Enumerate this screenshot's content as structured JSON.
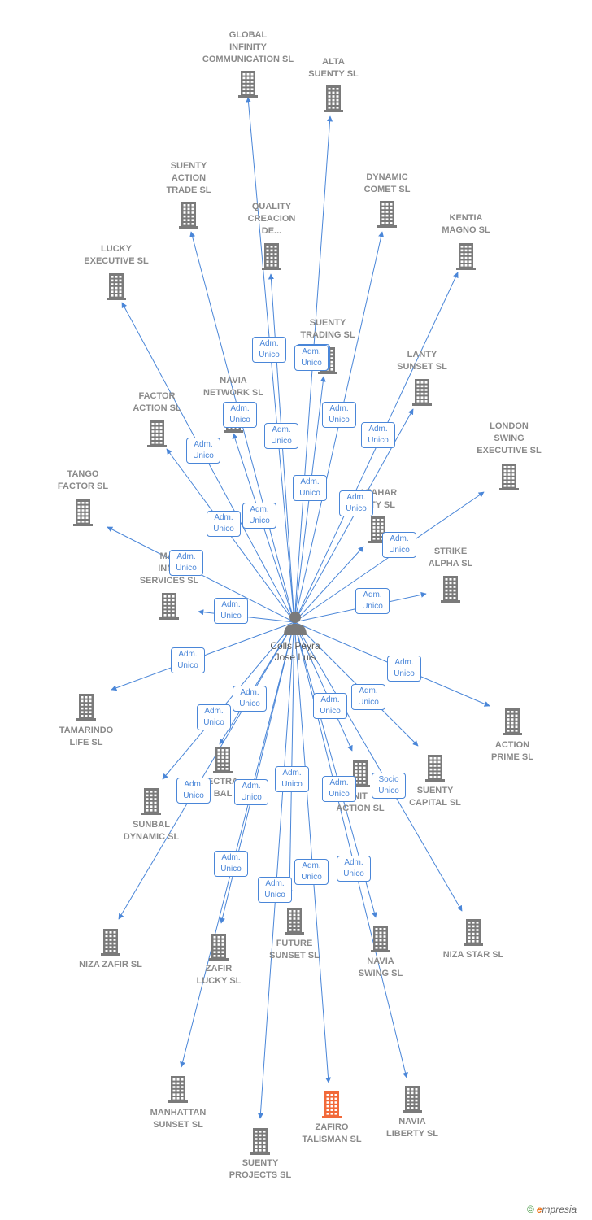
{
  "accent": "#4a86d8",
  "node_color": "#7a7a7a",
  "highlight_color": "#f26a3a",
  "person": {
    "lines": [
      "Colls Peyra",
      "Jose Luis"
    ],
    "icon": "person-icon"
  },
  "companies": [
    {
      "key": "global-infinity",
      "lines": [
        "GLOBAL",
        "INFINITY",
        "COMMUNICATION SL"
      ]
    },
    {
      "key": "alta-suenty",
      "lines": [
        "ALTA",
        "SUENTY SL"
      ]
    },
    {
      "key": "suenty-action-trade",
      "lines": [
        "SUENTY",
        "ACTION",
        "TRADE SL"
      ]
    },
    {
      "key": "dynamic-comet",
      "lines": [
        "DYNAMIC",
        "COMET SL"
      ]
    },
    {
      "key": "quality-creacion",
      "lines": [
        "QUALITY",
        "CREACION",
        "DE..."
      ]
    },
    {
      "key": "kentia-magno",
      "lines": [
        "KENTIA",
        "MAGNO SL"
      ]
    },
    {
      "key": "lucky-executive",
      "lines": [
        "LUCKY",
        "EXECUTIVE SL"
      ]
    },
    {
      "key": "suenty-trading",
      "lines": [
        "SUENTY",
        "TRADING SL"
      ]
    },
    {
      "key": "lanty-sunset",
      "lines": [
        "LANTY",
        "SUNSET SL"
      ]
    },
    {
      "key": "navia-network",
      "lines": [
        "NAVIA",
        "NETWORK SL"
      ]
    },
    {
      "key": "factor-action",
      "lines": [
        "FACTOR",
        "ACTION SL"
      ]
    },
    {
      "key": "london-swing",
      "lines": [
        "LONDON",
        "SWING",
        "EXECUTIVE SL"
      ]
    },
    {
      "key": "tango-factor",
      "lines": [
        "TANGO",
        "FACTOR SL"
      ]
    },
    {
      "key": "azahar-city",
      "lines": [
        "AZAHAR",
        "CITY SL"
      ]
    },
    {
      "key": "strike-alpha",
      "lines": [
        "STRIKE",
        "ALPHA SL"
      ]
    },
    {
      "key": "mat-inno-services",
      "lines": [
        "MAT",
        "INNO",
        "SERVICES SL"
      ]
    },
    {
      "key": "tamarindo-life",
      "lines": [
        "TAMARINDO",
        "LIFE SL"
      ]
    },
    {
      "key": "action-prime",
      "lines": [
        "ACTION",
        "PRIME SL"
      ]
    },
    {
      "key": "electra-global",
      "lines": [
        "ECTRA",
        "BAL"
      ]
    },
    {
      "key": "infinity-action",
      "lines": [
        "NIT",
        "ACTION SL"
      ]
    },
    {
      "key": "suenty-capital",
      "lines": [
        "SUENTY",
        "CAPITAL SL"
      ]
    },
    {
      "key": "sunbal-dynamic",
      "lines": [
        "SUNBAL",
        "DYNAMIC SL"
      ]
    },
    {
      "key": "niza-zafir",
      "lines": [
        "NIZA ZAFIR SL"
      ]
    },
    {
      "key": "zafir-lucky",
      "lines": [
        "ZAFIR",
        "LUCKY SL"
      ]
    },
    {
      "key": "future-sunset",
      "lines": [
        "FUTURE",
        "SUNSET SL"
      ]
    },
    {
      "key": "navia-swing",
      "lines": [
        "NAVIA",
        "SWING SL"
      ]
    },
    {
      "key": "niza-star",
      "lines": [
        "NIZA STAR SL"
      ]
    },
    {
      "key": "manhattan-sunset",
      "lines": [
        "MANHATTAN",
        "SUNSET SL"
      ]
    },
    {
      "key": "zafiro-talisman",
      "lines": [
        "ZAFIRO",
        "TALISMAN  SL"
      ],
      "highlight": true
    },
    {
      "key": "navia-liberty",
      "lines": [
        "NAVIA",
        "LIBERTY SL"
      ]
    },
    {
      "key": "suenty-projects",
      "lines": [
        "SUENTY",
        "PROJECTS SL"
      ]
    }
  ],
  "relations": [
    {
      "to": "global-infinity",
      "lines": [
        "Adm.",
        "Unico"
      ]
    },
    {
      "to": "alta-suenty",
      "lines": [
        "Adm.",
        "Unico"
      ]
    },
    {
      "to": "suenty-action-trade",
      "lines": [
        "Adm.",
        "Unico"
      ]
    },
    {
      "to": "dynamic-comet",
      "lines": [
        "Adm.",
        "Unico"
      ]
    },
    {
      "to": "quality-creacion",
      "lines": [
        "Adm.",
        "Unico"
      ]
    },
    {
      "to": "kentia-magno",
      "lines": [
        "Adm.",
        "Unico"
      ]
    },
    {
      "to": "lucky-executive",
      "lines": [
        "Adm.",
        "Unico"
      ]
    },
    {
      "to": "suenty-trading",
      "lines": [
        "Adm.",
        "Unico"
      ]
    },
    {
      "to": "lanty-sunset",
      "lines": [
        "Adm.",
        "Unico"
      ]
    },
    {
      "to": "navia-network",
      "lines": [
        "Adm.",
        "Unico"
      ]
    },
    {
      "to": "factor-action",
      "lines": [
        "Adm.",
        "Unico"
      ]
    },
    {
      "to": "london-swing",
      "lines": [
        "Adm.",
        "Unico"
      ]
    },
    {
      "to": "tango-factor",
      "lines": [
        "Adm.",
        "Unico"
      ]
    },
    {
      "to": "azahar-city",
      "lines": [
        "Adm.",
        "Unico"
      ]
    },
    {
      "to": "strike-alpha",
      "lines": [
        "Adm.",
        "Unico"
      ]
    },
    {
      "to": "mat-inno-services",
      "lines": [
        "Adm.",
        "Unico"
      ]
    },
    {
      "to": "tamarindo-life",
      "lines": [
        "Adm.",
        "Unico"
      ]
    },
    {
      "to": "action-prime",
      "lines": [
        "Adm.",
        "Unico"
      ]
    },
    {
      "to": "electra-global",
      "lines": [
        "Adm.",
        "Unico"
      ]
    },
    {
      "to": "infinity-action",
      "lines": [
        "Adm.",
        "Unico"
      ]
    },
    {
      "to": "suenty-capital",
      "lines": [
        "Adm.",
        "Unico"
      ]
    },
    {
      "to": "sunbal-dynamic",
      "lines": [
        "Adm.",
        "Unico"
      ]
    },
    {
      "to": "niza-zafir",
      "lines": [
        "Adm.",
        "Unico"
      ]
    },
    {
      "to": "zafir-lucky",
      "lines": [
        "Adm.",
        "Unico"
      ]
    },
    {
      "to": "future-sunset",
      "lines": [
        "Adm.",
        "Unico"
      ]
    },
    {
      "to": "navia-swing",
      "lines": [
        "Adm.",
        "Unico"
      ]
    },
    {
      "to": "niza-star",
      "lines": [
        "Socio",
        "Único"
      ]
    },
    {
      "to": "manhattan-sunset",
      "lines": [
        "Adm.",
        "Unico"
      ]
    },
    {
      "to": "zafiro-talisman",
      "lines": [
        "Adm.",
        "Unico"
      ]
    },
    {
      "to": "navia-liberty",
      "lines": [
        "Adm.",
        "Unico"
      ]
    },
    {
      "to": "suenty-projects",
      "lines": [
        "Adm.",
        "Unico"
      ]
    }
  ],
  "brand": {
    "copyright": "©",
    "first": "e",
    "rest": "mpresia"
  }
}
